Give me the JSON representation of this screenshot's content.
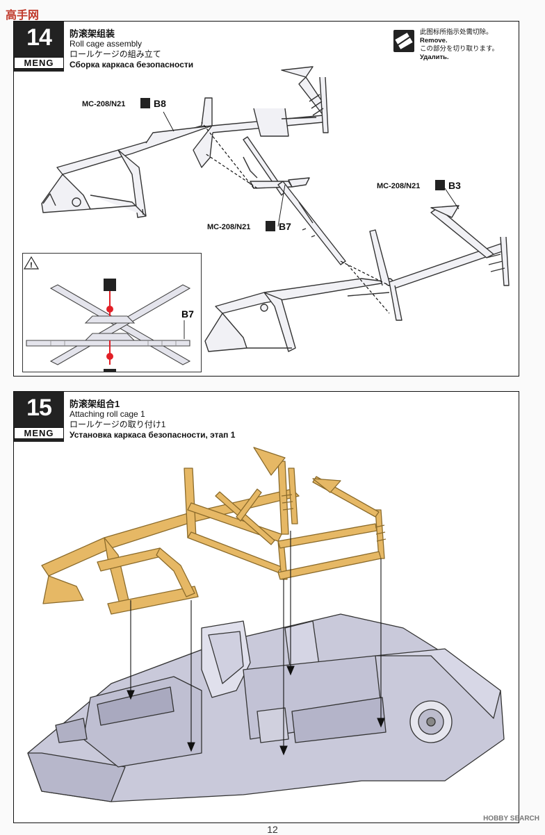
{
  "watermark_top": {
    "title": "高手网",
    "url": ""
  },
  "step14": {
    "number": "14",
    "brand": "MENG",
    "title_zh": "防滚架组装",
    "title_en": "Roll cage assembly",
    "title_ja": "ロールケージの組み立て",
    "title_ru": "Сборка каркаса безопасности",
    "remove_zh": "此图标所指示处需切除。",
    "remove_en": "Remove.",
    "remove_ja": "この部分を切り取ります。",
    "remove_ru": "Удалить.",
    "callouts": [
      {
        "code": "MC-208/N21",
        "part": "B8"
      },
      {
        "code": "MC-208/N21",
        "part": "B7"
      },
      {
        "code": "MC-208/N21",
        "part": "B3"
      }
    ],
    "inset_part": "B7",
    "inset_warning": "!"
  },
  "step15": {
    "number": "15",
    "brand": "MENG",
    "title_zh": "防滚架组合1",
    "title_en": "Attaching roll cage 1",
    "title_ja": "ロールケージの取り付け1",
    "title_ru": "Установка каркаса безопасности, этап 1"
  },
  "page_number": "12",
  "watermark_bottom": "HOBBY SEARCH",
  "colors": {
    "cage": "#e6b865",
    "cage_stroke": "#8a6a2a",
    "chassis": "#c8c8d8",
    "part_grey": "#ececf3",
    "cut_mark": "#e21f26"
  }
}
